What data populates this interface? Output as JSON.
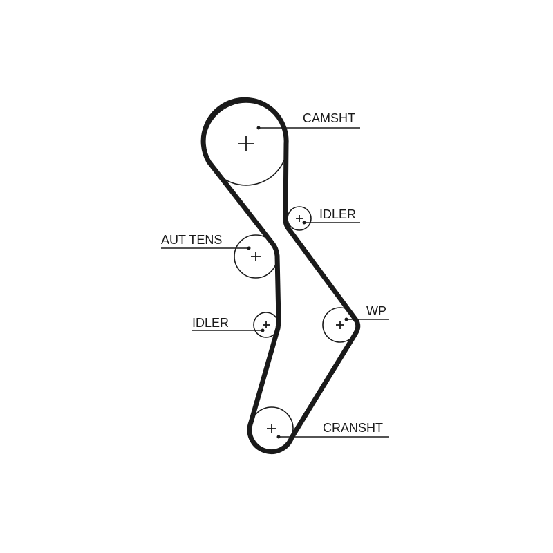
{
  "labels": {
    "camshaft": "CAMSHT",
    "idler_upper": "IDLER",
    "tensioner": "AUT TENS",
    "idler_lower": "IDLER",
    "water_pump": "WP",
    "crankshaft": "CRANSHT"
  },
  "colors": {
    "line": "#1a1a1a",
    "background": "#ffffff"
  }
}
